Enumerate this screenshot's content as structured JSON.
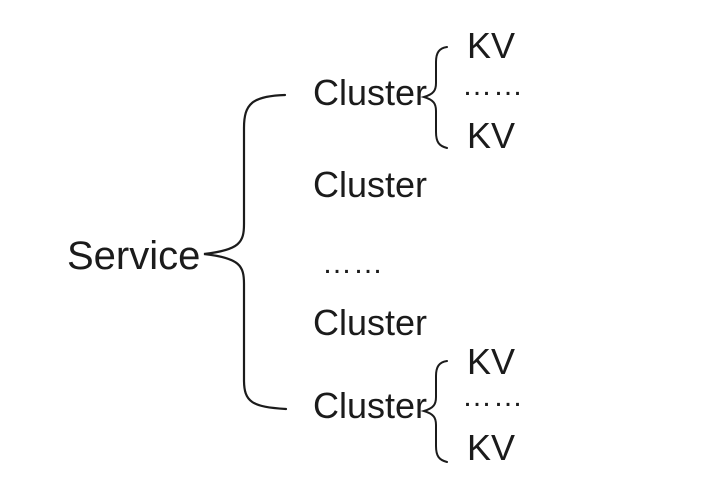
{
  "colors": {
    "background": "#ffffff",
    "text": "#1b1b1b"
  },
  "diagram": {
    "service": {
      "label": "Service"
    },
    "clusters": [
      {
        "label": "Cluster",
        "kvs": [
          "KV",
          "……",
          "KV"
        ]
      },
      {
        "label": "Cluster"
      },
      {
        "label": "……"
      },
      {
        "label": "Cluster"
      },
      {
        "label": "Cluster",
        "kvs": [
          "KV",
          "……",
          "KV"
        ]
      }
    ]
  }
}
